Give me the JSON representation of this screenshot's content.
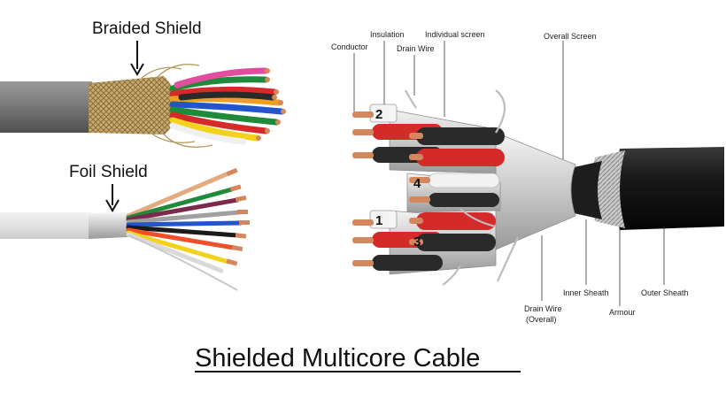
{
  "title": "Shielded Multicore Cable",
  "left_labels": {
    "braided": "Braided Shield",
    "foil": "Foil Shield"
  },
  "diagram_labels": {
    "conductor": "Conductor",
    "insulation": "Insulation",
    "drain_wire": "Drain Wire",
    "individual_screen": "Individual screen",
    "overall_screen": "Overall Screen",
    "drain_overall_1": "Drain Wire",
    "drain_overall_2": "(Overall)",
    "inner_sheath": "Inner Sheath",
    "armour": "Armour",
    "outer_sheath": "Outer Sheath"
  },
  "pair_numbers": [
    "1",
    "2",
    "3",
    "4"
  ],
  "colors": {
    "jacket_braided": "#7c7c7c",
    "jacket_foil": "#e6e6e6",
    "braid": "#c9ad73",
    "copper": "#d4865c",
    "cable_black": "#1c1c1c",
    "red": "#d42a2a",
    "text": "#111111"
  }
}
